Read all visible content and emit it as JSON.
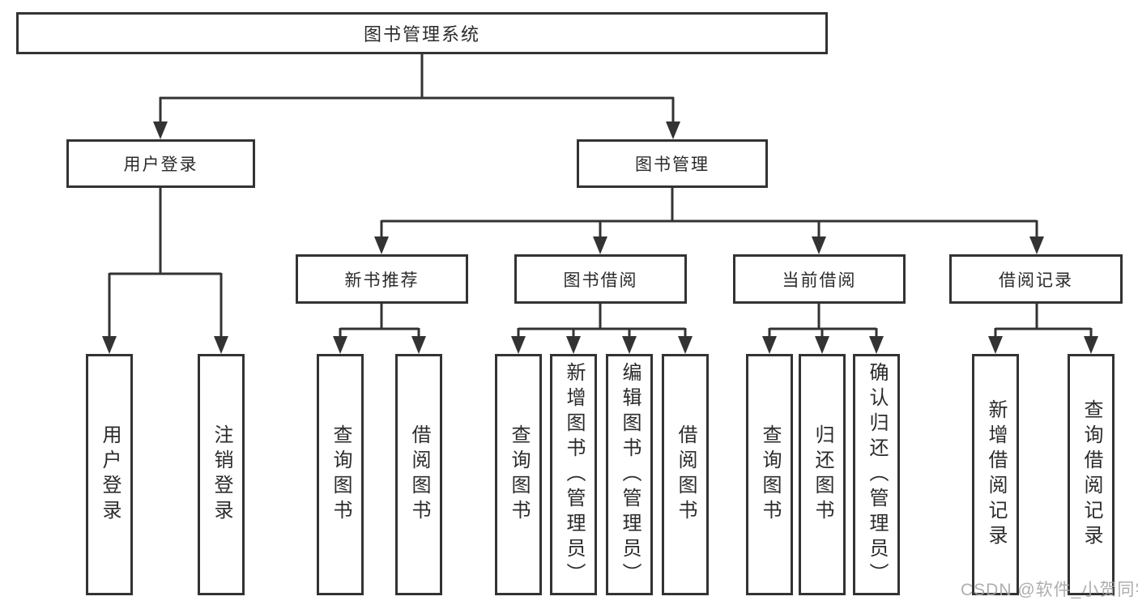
{
  "diagram": {
    "root": {
      "label": "图书管理系统"
    },
    "user_login": {
      "label": "用户登录",
      "children": [
        {
          "label": "用户登录"
        },
        {
          "label": "注销登录"
        }
      ]
    },
    "book_management": {
      "label": "图书管理",
      "sections": [
        {
          "label": "新书推荐",
          "children": [
            {
              "label": "查询图书"
            },
            {
              "label": "借阅图书"
            }
          ]
        },
        {
          "label": "图书借阅",
          "children": [
            {
              "label": "查询图书"
            },
            {
              "label": "新增图书（管理员）"
            },
            {
              "label": "编辑图书（管理员）"
            },
            {
              "label": "借阅图书"
            }
          ]
        },
        {
          "label": "当前借阅",
          "children": [
            {
              "label": "查询图书"
            },
            {
              "label": "归还图书"
            },
            {
              "label": "确认归还（管理员）"
            }
          ]
        },
        {
          "label": "借阅记录",
          "children": [
            {
              "label": "新增借阅记录"
            },
            {
              "label": "查询借阅记录"
            }
          ]
        }
      ]
    }
  },
  "watermark": {
    "text": "CSDN @软件_小贺同学"
  },
  "colors": {
    "line": "#333333",
    "text": "#2b2b2b",
    "background": "#ffffff",
    "watermark": "#a5a5a5"
  }
}
